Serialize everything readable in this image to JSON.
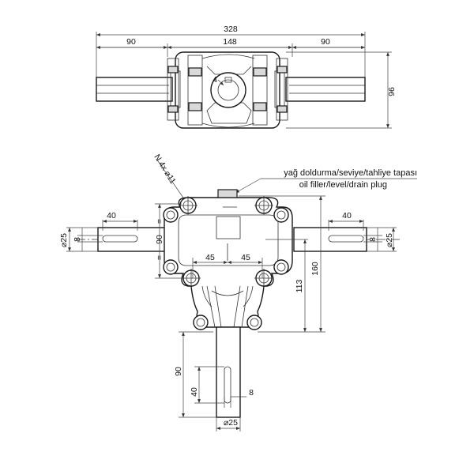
{
  "drawing": {
    "top_view": {
      "overall_length": "328",
      "left_shaft_length": "90",
      "body_width": "148",
      "right_shaft_length": "90",
      "height": "96",
      "key_dim": "4"
    },
    "front_view": {
      "holes_note": "N 4x ⌀11",
      "plug_note_tr": "yağ doldurma/seviye/tahliye tapası",
      "plug_note_en": "oil filler/level/drain plug",
      "left_key_length": "40",
      "right_key_length": "40",
      "left_shaft_dia": "⌀25",
      "right_shaft_dia": "⌀25",
      "left_key_width": "8",
      "right_key_width": "8",
      "hole_spacing_vertical": "90",
      "hole_offset_left": "45",
      "hole_offset_right": "45",
      "height_to_axis": "113",
      "total_height": "160",
      "output_shaft_length": "90",
      "output_key_length": "40",
      "output_key_width": "8",
      "output_shaft_dia": "⌀25",
      "equal_mark": "="
    }
  }
}
